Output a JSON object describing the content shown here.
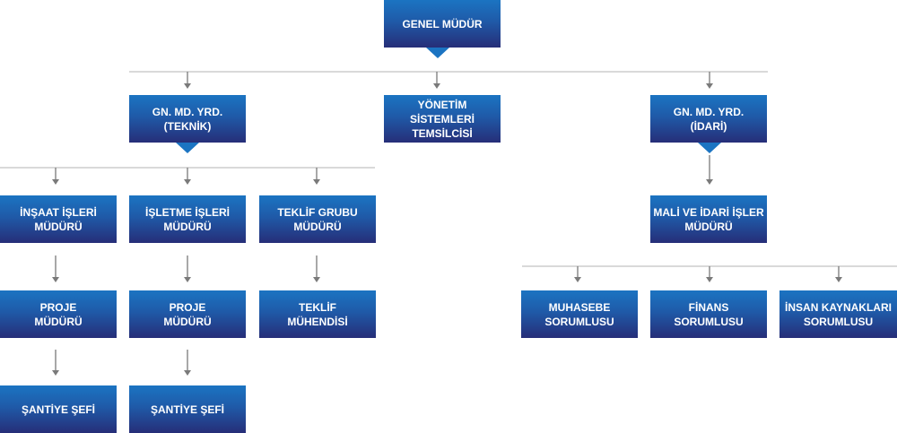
{
  "chart": {
    "nodes": {
      "gm": "GENEL MÜDÜR",
      "teknik": "GN. MD. YRD.\n(TEKNİK)",
      "yonetim": "YÖNETİM SİSTEMLERİ\nTEMSİLCİSİ",
      "idari": "GN. MD. YRD.\n(İDARİ)",
      "insaat": "İNŞAAT İŞLERİ\nMÜDÜRÜ",
      "isletme": "İŞLETME İŞLERİ\nMÜDÜRÜ",
      "teklif_grubu": "TEKLİF GRUBU\nMÜDÜRÜ",
      "mali": "MALİ VE İDARİ İŞLER\nMÜDÜRÜ",
      "proje1": "PROJE\nMÜDÜRÜ",
      "proje2": "PROJE\nMÜDÜRÜ",
      "teklif_muh": "TEKLİF\nMÜHENDİSİ",
      "muhasebe": "MUHASEBE\nSORUMLUSU",
      "finans": "FİNANS\nSORUMLUSU",
      "ik": "İNSAN KAYNAKLARI\nSORUMLUSU",
      "santiye1": "ŞANTİYE ŞEFİ",
      "santiye2": "ŞANTİYE ŞEFİ"
    },
    "colors": {
      "box_top": "#1b74c2",
      "box_bottom": "#262e78",
      "line": "#b3b3b3",
      "arrow": "#7a7a7a"
    }
  }
}
